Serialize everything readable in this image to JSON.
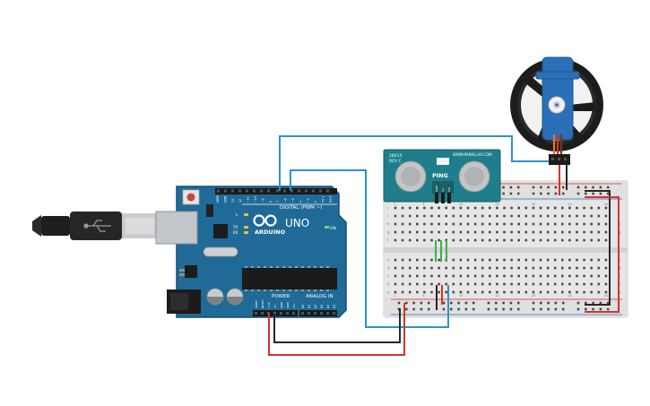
{
  "arduino": {
    "brand_label": "ARDUINO",
    "model_label": "UNO",
    "digital_label": "DIGITAL (PWM ~)",
    "power_label": "POWER",
    "analog_label": "ANALOG IN",
    "on_label": "ON",
    "led_l_label": "L",
    "led_tx_label": "TX",
    "led_rx_label": "RX",
    "digital_pin_labels": [
      "AREF",
      "GND",
      "13",
      "12",
      "~11",
      "~10",
      "~9",
      "8",
      "7",
      "~6",
      "~5",
      "4",
      "~3",
      "2",
      "TX 1",
      "RX 0"
    ],
    "power_pin_labels": [
      "IOREF",
      "RESET",
      "3.3V",
      "5V",
      "GND",
      "GND",
      "Vin"
    ],
    "analog_pin_labels": [
      "A0",
      "A1",
      "A2",
      "A3",
      "A4",
      "A5"
    ]
  },
  "sensor": {
    "model_label": "PING",
    "part_label": "28015",
    "rev_label": "REV C",
    "url_label": "WWW.PARALLAX.COM",
    "pin_labels": [
      "GND",
      "5V",
      "SIG"
    ]
  },
  "breadboard": {
    "row_labels_top": [
      "j",
      "i",
      "h",
      "g",
      "f"
    ],
    "row_labels_bottom": [
      "e",
      "d",
      "c",
      "b",
      "a"
    ],
    "column_numbers": [
      "1",
      "5",
      "10",
      "15",
      "20",
      "25",
      "30"
    ]
  },
  "colors": {
    "board_blue": "#1f6a97",
    "board_edge": "#154f74",
    "wire_red": "#d8312a",
    "wire_black": "#262626",
    "wire_blue": "#2b95c6",
    "wire_green": "#3fae49",
    "sensor_teal": "#1e7e8c",
    "servo_blue": "#2a6fb8"
  }
}
